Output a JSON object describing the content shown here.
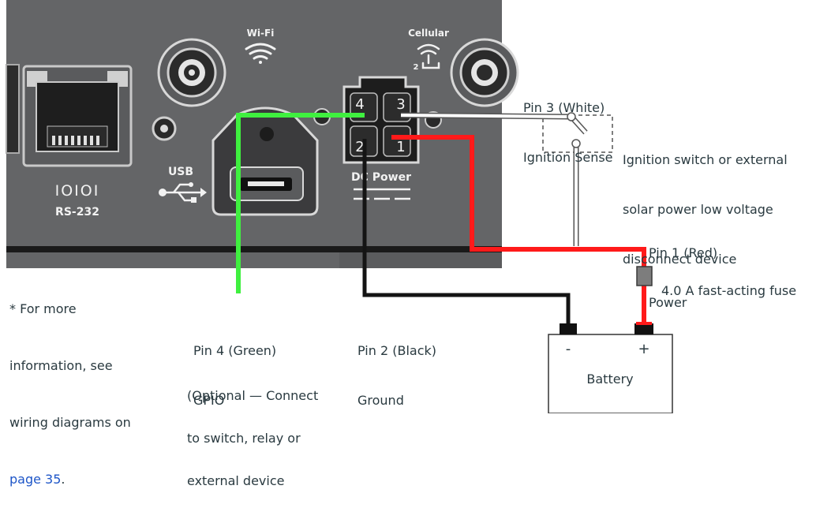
{
  "device": {
    "wifi_label": "Wi-Fi",
    "cellular_label": "Cellular",
    "cellular_number": "2",
    "usb_label": "USB",
    "rs232_symbol": "IOIOI",
    "rs232_label": "RS-232",
    "dc_power_label": "DC Power",
    "pins": [
      "1",
      "2",
      "3",
      "4"
    ]
  },
  "labels": {
    "pin3_line1": "Pin 3 (White)",
    "pin3_line2": "Ignition Sense",
    "ignition_line1": "Ignition switch or external",
    "ignition_line2": "solar power low voltage",
    "ignition_line3": "disconnect device",
    "pin1_line1": "Pin 1 (Red)",
    "pin1_line2": "Power",
    "fuse": "4.0 A fast-acting fuse",
    "pin4_line1": "Pin 4 (Green)",
    "pin4_line2": "GPIO",
    "pin2_line1": "Pin 2 (Black)",
    "pin2_line2": "Ground",
    "optional_line1": "(Optional — Connect",
    "optional_line2": "to switch, relay or",
    "optional_line3": "external device",
    "note_line1": "* For more",
    "note_line2": "information, see",
    "note_line3": "wiring diagrams on",
    "note_link": "page 35",
    "note_end": "."
  },
  "battery": {
    "label": "Battery",
    "minus": "-",
    "plus": "+"
  },
  "colors": {
    "panel": "#646567",
    "wire_red": "#ff1a1a",
    "wire_green": "#3ff03f",
    "wire_black": "#141414",
    "link": "#1e56c8"
  }
}
